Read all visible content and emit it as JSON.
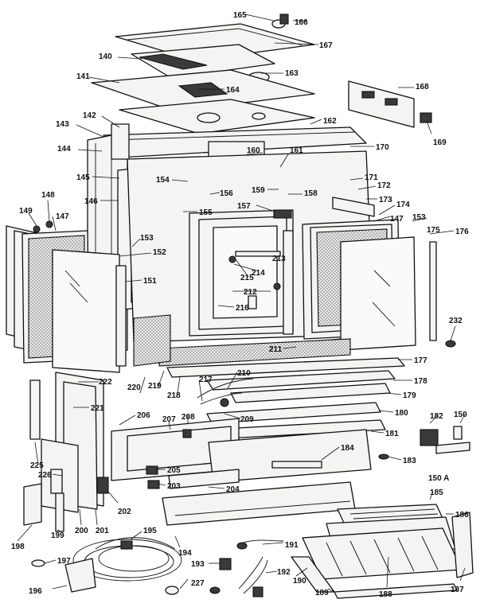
{
  "callouts": [
    {
      "id": "c165",
      "text": "165"
    },
    {
      "id": "c166",
      "text": "166"
    },
    {
      "id": "c167",
      "text": "167"
    },
    {
      "id": "c140",
      "text": "140"
    },
    {
      "id": "c163",
      "text": "163"
    },
    {
      "id": "c141",
      "text": "141"
    },
    {
      "id": "c164",
      "text": "164"
    },
    {
      "id": "c168",
      "text": "168"
    },
    {
      "id": "c142",
      "text": "142"
    },
    {
      "id": "c143",
      "text": "143"
    },
    {
      "id": "c162",
      "text": "162"
    },
    {
      "id": "c169",
      "text": "169"
    },
    {
      "id": "c144",
      "text": "144"
    },
    {
      "id": "c170",
      "text": "170"
    },
    {
      "id": "c160",
      "text": "160"
    },
    {
      "id": "c161",
      "text": "161"
    },
    {
      "id": "c145",
      "text": "145"
    },
    {
      "id": "c154",
      "text": "154"
    },
    {
      "id": "c171",
      "text": "171"
    },
    {
      "id": "c172",
      "text": "172"
    },
    {
      "id": "c159",
      "text": "159"
    },
    {
      "id": "c158",
      "text": "158"
    },
    {
      "id": "c148",
      "text": "148"
    },
    {
      "id": "c146",
      "text": "146"
    },
    {
      "id": "c156",
      "text": "156"
    },
    {
      "id": "c173",
      "text": "173"
    },
    {
      "id": "c157",
      "text": "157"
    },
    {
      "id": "c174",
      "text": "174"
    },
    {
      "id": "c149",
      "text": "149"
    },
    {
      "id": "c147",
      "text": "147"
    },
    {
      "id": "c155",
      "text": "155"
    },
    {
      "id": "c147b",
      "text": "147"
    },
    {
      "id": "c153",
      "text": "153"
    },
    {
      "id": "c175",
      "text": "175"
    },
    {
      "id": "c176",
      "text": "176"
    },
    {
      "id": "c153b",
      "text": "153"
    },
    {
      "id": "c213",
      "text": "213"
    },
    {
      "id": "c152",
      "text": "152"
    },
    {
      "id": "c214",
      "text": "214"
    },
    {
      "id": "c215",
      "text": "215"
    },
    {
      "id": "c151",
      "text": "151"
    },
    {
      "id": "c212",
      "text": "212"
    },
    {
      "id": "c216",
      "text": "216"
    },
    {
      "id": "c232",
      "text": "232"
    },
    {
      "id": "c211",
      "text": "211"
    },
    {
      "id": "c177",
      "text": "177"
    },
    {
      "id": "c220",
      "text": "220"
    },
    {
      "id": "c219",
      "text": "219"
    },
    {
      "id": "c218",
      "text": "218"
    },
    {
      "id": "c178",
      "text": "178"
    },
    {
      "id": "c222",
      "text": "222"
    },
    {
      "id": "c210",
      "text": "210"
    },
    {
      "id": "c217",
      "text": "217"
    },
    {
      "id": "c179",
      "text": "179"
    },
    {
      "id": "c221",
      "text": "221"
    },
    {
      "id": "c180",
      "text": "180"
    },
    {
      "id": "c206",
      "text": "206"
    },
    {
      "id": "c207",
      "text": "207"
    },
    {
      "id": "c208",
      "text": "208"
    },
    {
      "id": "c209",
      "text": "209"
    },
    {
      "id": "c182",
      "text": "182"
    },
    {
      "id": "c150",
      "text": "150"
    },
    {
      "id": "c181",
      "text": "181"
    },
    {
      "id": "c225",
      "text": "225"
    },
    {
      "id": "c184",
      "text": "184"
    },
    {
      "id": "c183",
      "text": "183"
    },
    {
      "id": "c226",
      "text": "226"
    },
    {
      "id": "c205",
      "text": "205"
    },
    {
      "id": "c150a",
      "text": "150 A"
    },
    {
      "id": "c203",
      "text": "203"
    },
    {
      "id": "c204",
      "text": "204"
    },
    {
      "id": "c202",
      "text": "202"
    },
    {
      "id": "c185",
      "text": "185"
    },
    {
      "id": "c186",
      "text": "186"
    },
    {
      "id": "c201",
      "text": "201"
    },
    {
      "id": "c199",
      "text": "199"
    },
    {
      "id": "c200",
      "text": "200"
    },
    {
      "id": "c198",
      "text": "198"
    },
    {
      "id": "c195",
      "text": "195"
    },
    {
      "id": "c194",
      "text": "194"
    },
    {
      "id": "c191",
      "text": "191"
    },
    {
      "id": "c197",
      "text": "197"
    },
    {
      "id": "c193",
      "text": "193"
    },
    {
      "id": "c190",
      "text": "190"
    },
    {
      "id": "c196",
      "text": "196"
    },
    {
      "id": "c227",
      "text": "227"
    },
    {
      "id": "c192",
      "text": "192"
    },
    {
      "id": "c189",
      "text": "189"
    },
    {
      "id": "c188",
      "text": "188"
    },
    {
      "id": "c187",
      "text": "187"
    }
  ]
}
